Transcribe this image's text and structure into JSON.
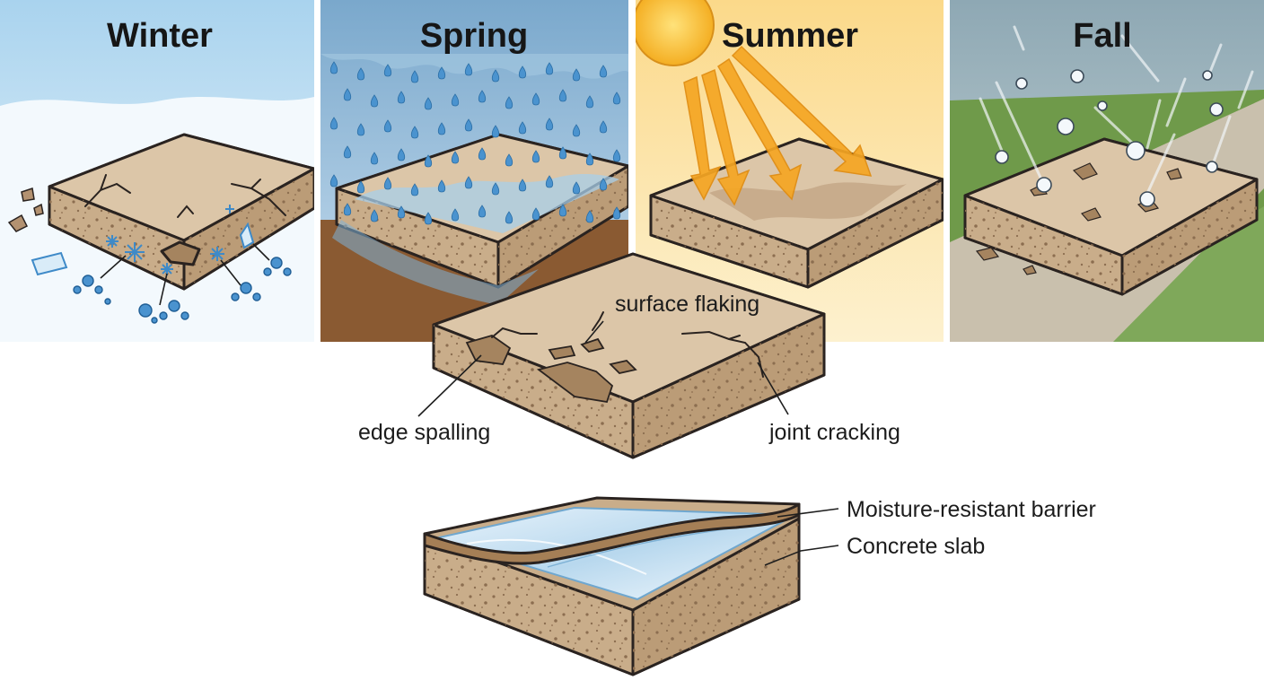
{
  "panels": {
    "winter": {
      "title": "Winter"
    },
    "spring": {
      "title": "Spring"
    },
    "summer": {
      "title": "Summer"
    },
    "fall": {
      "title": "Fall"
    }
  },
  "damage_labels": {
    "surface_flaking": "surface flaking",
    "edge_spalling": "edge spalling",
    "joint_cracking": "joint cracking"
  },
  "layer_labels": {
    "barrier": "Moisture-resistant barrier",
    "slab": "Concrete slab"
  },
  "colors": {
    "concrete_top": "#dcc6a8",
    "concrete_front": "#c9ad8a",
    "concrete_side": "#bb9c77",
    "winter_sky": "#bfe0f2",
    "spring_sky": "#8fb8d6",
    "summer_sky": "#fbe3a4",
    "fall_grass": "#6f9a4a",
    "water_drop": "#4a93cf",
    "sun": "#f6b92b"
  }
}
